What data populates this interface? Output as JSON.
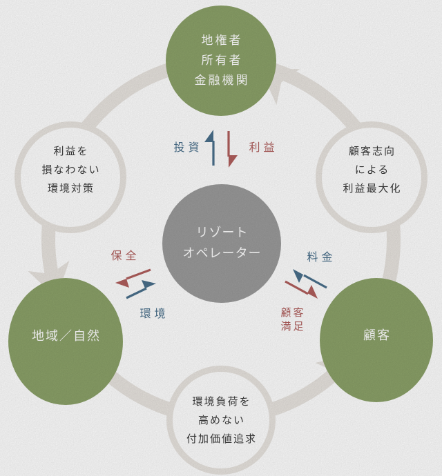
{
  "nodes": {
    "stakeholders": {
      "lines": [
        "地権者",
        "所有者",
        "金融機関"
      ]
    },
    "operator": {
      "lines": [
        "リゾート",
        "オペレーター"
      ]
    },
    "env_measures": {
      "lines": [
        "利益を",
        "損なわない",
        "環境対策"
      ]
    },
    "profit_max": {
      "lines": [
        "顧客志向",
        "による",
        "利益最大化"
      ]
    },
    "region_nature": {
      "label": "地域／自然"
    },
    "customer": {
      "label": "顧客"
    },
    "value_pursuit": {
      "lines": [
        "環境負荷を",
        "高めない",
        "付加価値追求"
      ]
    }
  },
  "flows": {
    "investment": "投資",
    "profit": "利益",
    "conservation": "保全",
    "environment": "環境",
    "fee": "料金",
    "satisfaction_lines": [
      "顧客",
      "満足"
    ]
  },
  "colors": {
    "green": "#8CA269",
    "gray": "#9B9B9B",
    "band": "#E9E5E0",
    "blue": "#4A708C",
    "red": "#B15F5D",
    "ink": "#3B3B3B"
  }
}
